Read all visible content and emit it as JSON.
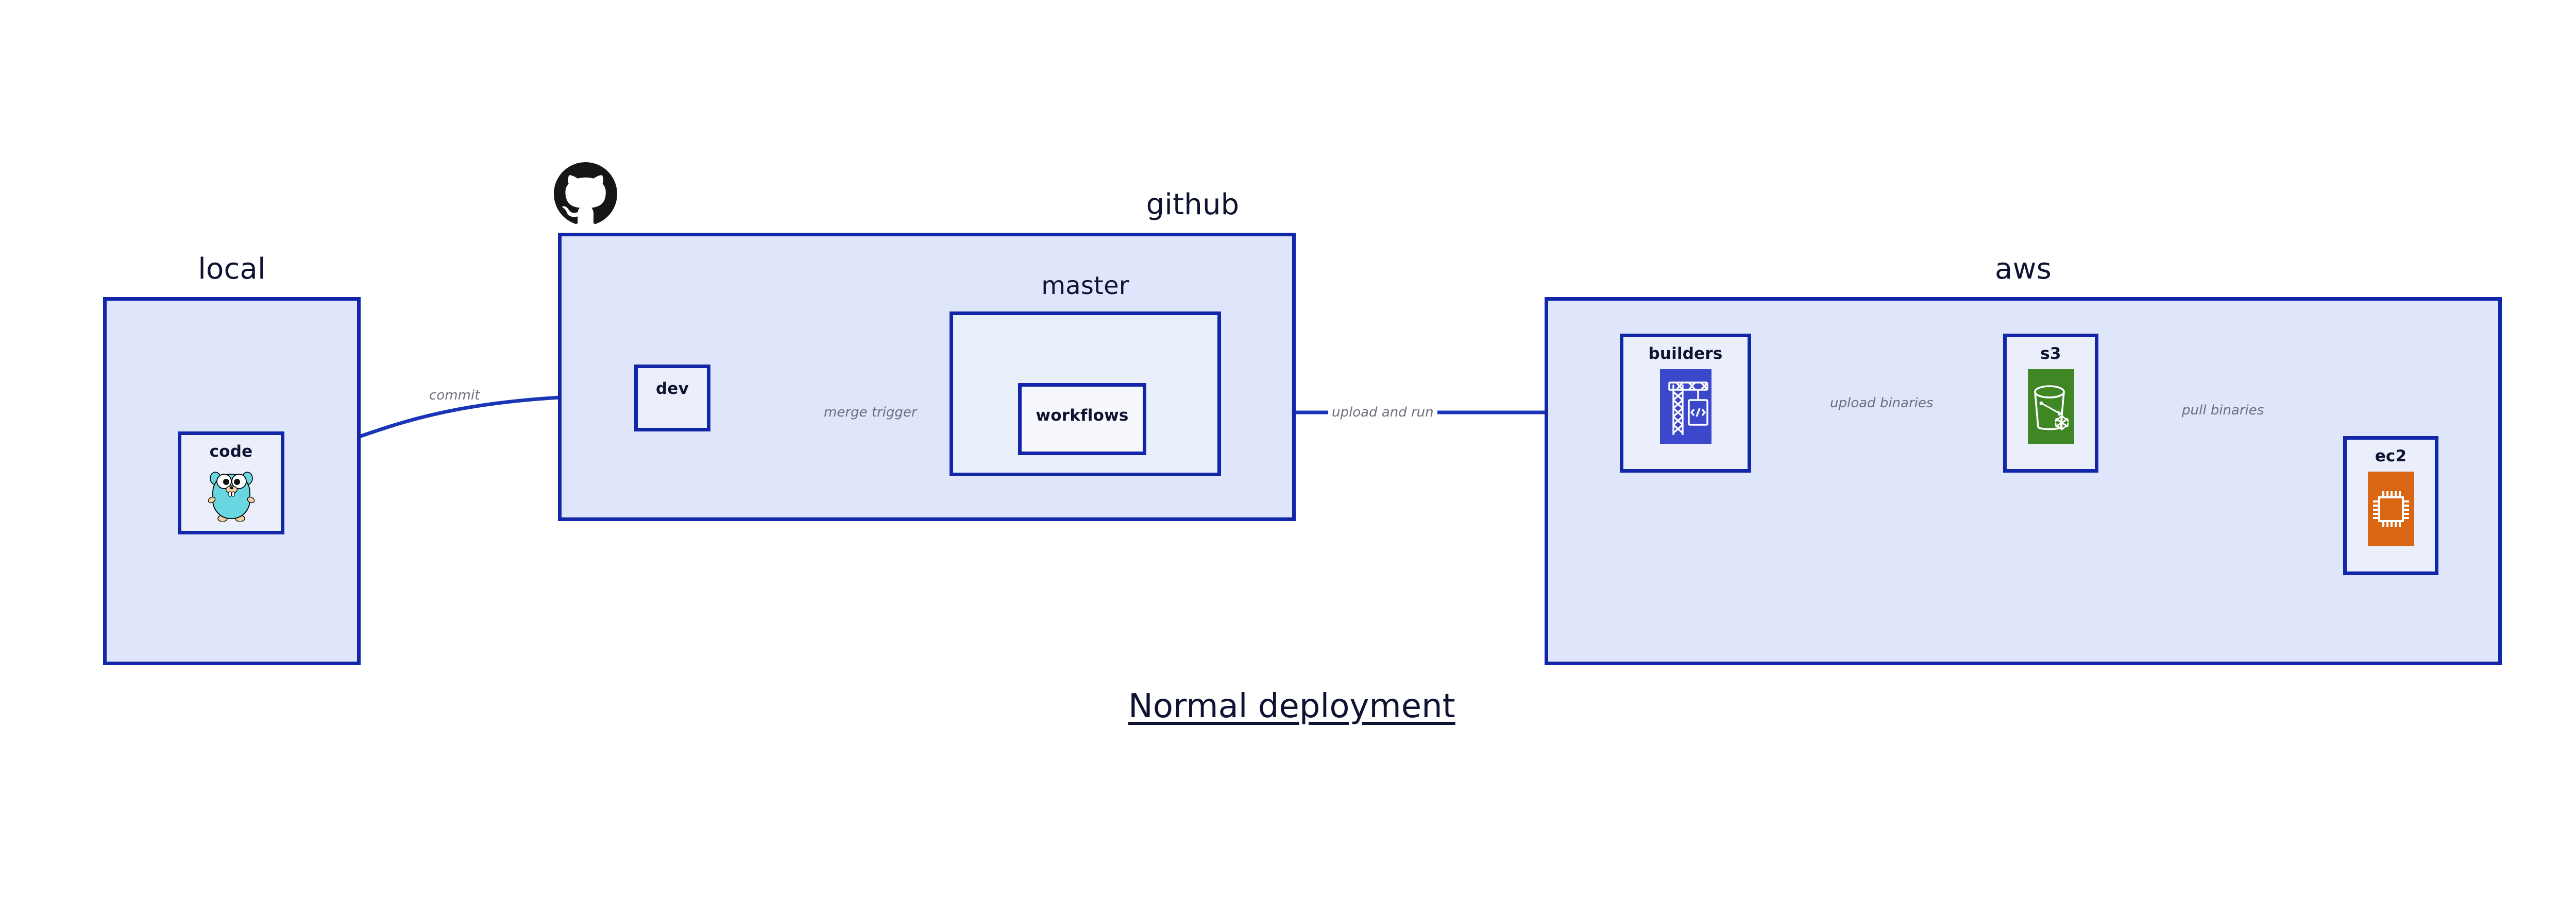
{
  "diagram": {
    "title": "Normal deployment",
    "colors": {
      "group_border": "#1226aa",
      "group_fill": "#dfe5fa",
      "node_fill": "#eaeffb",
      "subgroup_fill": "#e9eefb",
      "edge": "#1a35b5",
      "edge_label": "#6b6f7d",
      "text": "#0d1330",
      "builders_icon": "#3b48cc",
      "s3_icon": "#3f8624",
      "ec2_icon": "#d86613",
      "gopher_body": "#69d7e2",
      "octocat": "#161614"
    },
    "groups": [
      {
        "id": "local",
        "label": "local"
      },
      {
        "id": "github",
        "label": "github"
      },
      {
        "id": "aws",
        "label": "aws"
      }
    ],
    "subgroups": [
      {
        "id": "master",
        "label": "master",
        "parent": "github"
      }
    ],
    "nodes": [
      {
        "id": "code",
        "label": "code",
        "icon": "go-gopher-icon",
        "parent": "local"
      },
      {
        "id": "dev",
        "label": "dev",
        "icon": null,
        "parent": "github"
      },
      {
        "id": "workflows",
        "label": "workflows",
        "icon": null,
        "parent": "master"
      },
      {
        "id": "builders",
        "label": "builders",
        "icon": "aws-crane-icon",
        "parent": "aws"
      },
      {
        "id": "s3",
        "label": "s3",
        "icon": "aws-s3-bucket-icon",
        "parent": "aws"
      },
      {
        "id": "ec2",
        "label": "ec2",
        "icon": "aws-ec2-chip-icon",
        "parent": "aws"
      }
    ],
    "edges": [
      {
        "id": "commit",
        "from": "code",
        "to": "dev",
        "label": "commit"
      },
      {
        "id": "merge-trigger",
        "from": "dev",
        "to": "workflows",
        "label": "merge trigger"
      },
      {
        "id": "upload-and-run",
        "from": "workflows",
        "to": "builders",
        "label": "upload and run"
      },
      {
        "id": "upload-binaries",
        "from": "builders",
        "to": "s3",
        "label": "upload binaries"
      },
      {
        "id": "pull-binaries",
        "from": "s3",
        "to": "ec2",
        "label": "pull binaries"
      }
    ],
    "logos": [
      {
        "id": "github-octocat",
        "icon": "github-octocat-icon"
      }
    ]
  }
}
